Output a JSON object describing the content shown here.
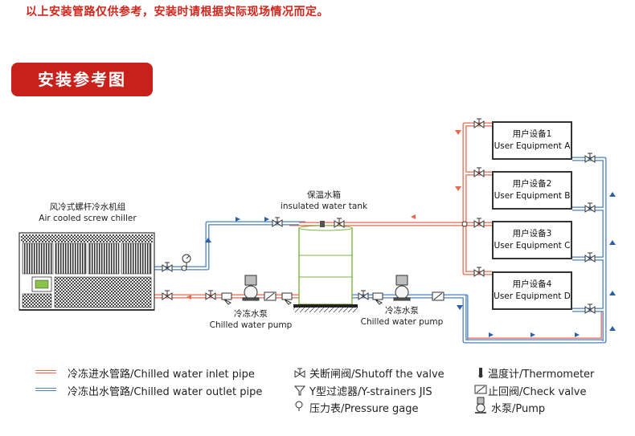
{
  "notice": "以上安装管路仅供参考，安装时请根据实际现场情况而定。",
  "section_title": "安装参考图",
  "chiller": {
    "name_cn": "风冷式螺杆冷水机组",
    "name_en": "Air cooled screw chiller"
  },
  "tank": {
    "name_cn": "保温水箱",
    "name_en": "insulated water tank"
  },
  "pump_left": {
    "name_cn": "冷冻水泵",
    "name_en": "Chilled water pump"
  },
  "pump_right": {
    "name_cn": "冷冻水泵",
    "name_en": "Chilled water pump"
  },
  "equipment": [
    {
      "cn": "用户设备1",
      "en": "User Equipment A"
    },
    {
      "cn": "用户设备2",
      "en": "User Equipment B"
    },
    {
      "cn": "用户设备3",
      "en": "User Equipment C"
    },
    {
      "cn": "用户设备4",
      "en": "User Equipment D"
    }
  ],
  "legend": {
    "inlet": "冷冻进水管路/Chilled water inlet pipe",
    "outlet": "冷冻出水管路/Chilled water outlet pipe",
    "shutoff": "关断闸阀/Shutoff the valve",
    "strainer": "Y型过滤器/Y-strainers JIS",
    "gauge": "压力表/Pressure gage",
    "thermometer": "温度计/Thermometer",
    "check": "止回阀/Check valve",
    "pump": "水泵/Pump"
  },
  "colors": {
    "inlet_pipe": "#e8694e",
    "outlet_pipe": "#4b7fc4",
    "accent": "#c8211b",
    "notice": "#d2261c"
  },
  "icons": [
    "shutoff-valve-icon",
    "y-strainer-icon",
    "pressure-gauge-icon",
    "thermometer-icon",
    "check-valve-icon",
    "pump-icon",
    "flow-arrow-icon"
  ]
}
